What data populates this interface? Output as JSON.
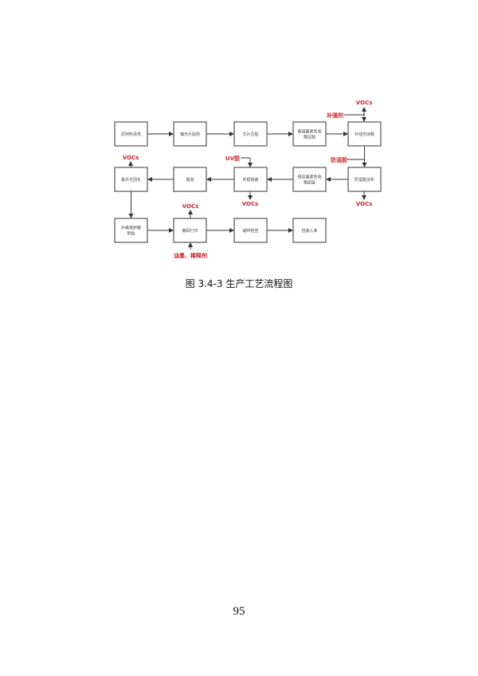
{
  "figure": {
    "caption": "图 3.4-3   生产工艺流程图",
    "nodes": [
      {
        "id": "n1",
        "label": "原材料清洗"
      },
      {
        "id": "n2",
        "label": "偏光片贴附"
      },
      {
        "id": "n3",
        "label": "芯片压贴"
      },
      {
        "id": "n4",
        "label": "玻璃面柔性电",
        "label2": "路压贴"
      },
      {
        "id": "n5",
        "label": "补强剂涂敷"
      },
      {
        "id": "n6",
        "label": "防湿胶涂布"
      },
      {
        "id": "n7",
        "label": "感应面柔性电",
        "label2": "路组装"
      },
      {
        "id": "n8",
        "label": "外框组装"
      },
      {
        "id": "n9",
        "label": "脱泡"
      },
      {
        "id": "n10",
        "label": "紫外光固化"
      },
      {
        "id": "n11",
        "label": "外框保护膜",
        "label2": "附贴"
      },
      {
        "id": "n12",
        "label": "编码打印"
      },
      {
        "id": "n13",
        "label": "最终检查"
      },
      {
        "id": "n14",
        "label": "包装入库"
      }
    ],
    "annotations": {
      "voc": "VOCs",
      "reinforcer": "补强剂",
      "moisture_glue": "防湿胶",
      "uv_glue": "UV胶",
      "ink": "油墨、稀释剂"
    }
  },
  "page_number": "95"
}
